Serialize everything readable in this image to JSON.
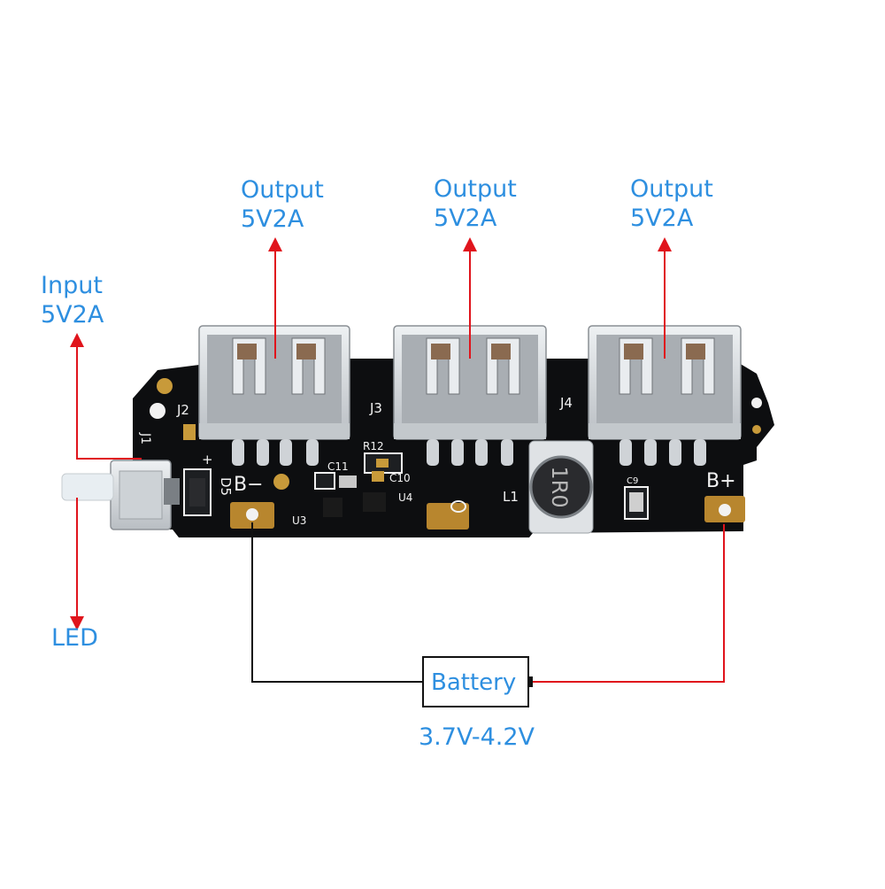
{
  "colors": {
    "label_blue": "#2e8fe0",
    "arrow_red": "#e0141c",
    "wire_black": "#111111",
    "pcb_black": "#0d0e10",
    "usb_metal": "#d7dbdf",
    "silkscreen": "#f2f2f2"
  },
  "labels": {
    "output_1": {
      "title": "Output",
      "rating": "5V2A"
    },
    "output_2": {
      "title": "Output",
      "rating": "5V2A"
    },
    "output_3": {
      "title": "Output",
      "rating": "5V2A"
    },
    "input": {
      "title": "Input",
      "rating": "5V2A"
    },
    "led": "LED",
    "battery": "Battery",
    "battery_voltage": "3.7V-4.2V"
  },
  "silkscreen": {
    "j1": "J1",
    "j2": "J2",
    "j3": "J3",
    "j4": "J4",
    "plus_small": "+",
    "d5": "D5",
    "b_minus": "B−",
    "c11": "C11",
    "r12": "R12",
    "c10": "C10",
    "u4": "U4",
    "u3": "U3",
    "l1": "L1",
    "c9": "C9",
    "b_plus": "B+",
    "inductor_marking": "1R0"
  }
}
